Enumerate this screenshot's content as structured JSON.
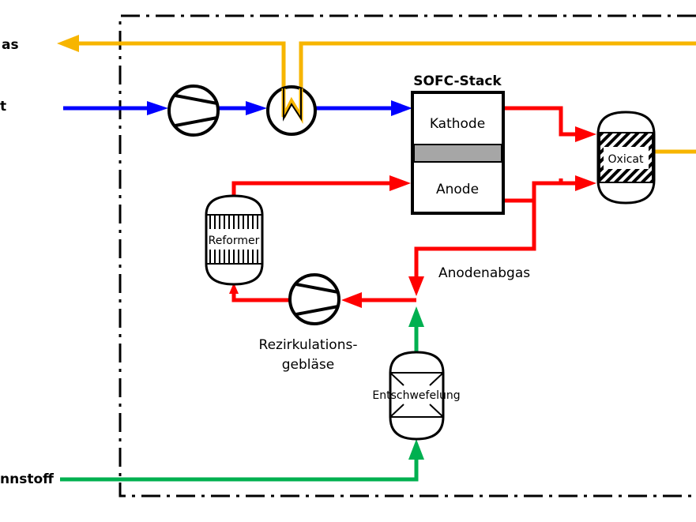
{
  "labels": {
    "abgas_partial": "as",
    "luft_partial": "t",
    "brennstoff_partial": "nnstoff",
    "stack_title": "SOFC-Stack",
    "kathode": "Kathode",
    "anode": "Anode",
    "oxicat": "Oxicat",
    "reformer": "Reformer",
    "anodenabgas": "Anodenabgas",
    "geblaese_line1": "Rezirkulations-",
    "geblaese_line2": "gebläse",
    "entschwefelung": "Entschwefelung"
  },
  "colors": {
    "exhaust": "#f7b500",
    "air": "#0000ff",
    "hot": "#ff0000",
    "fuel": "#00b050",
    "stroke": "#000000",
    "electrolyte": "#a6a6a6"
  }
}
